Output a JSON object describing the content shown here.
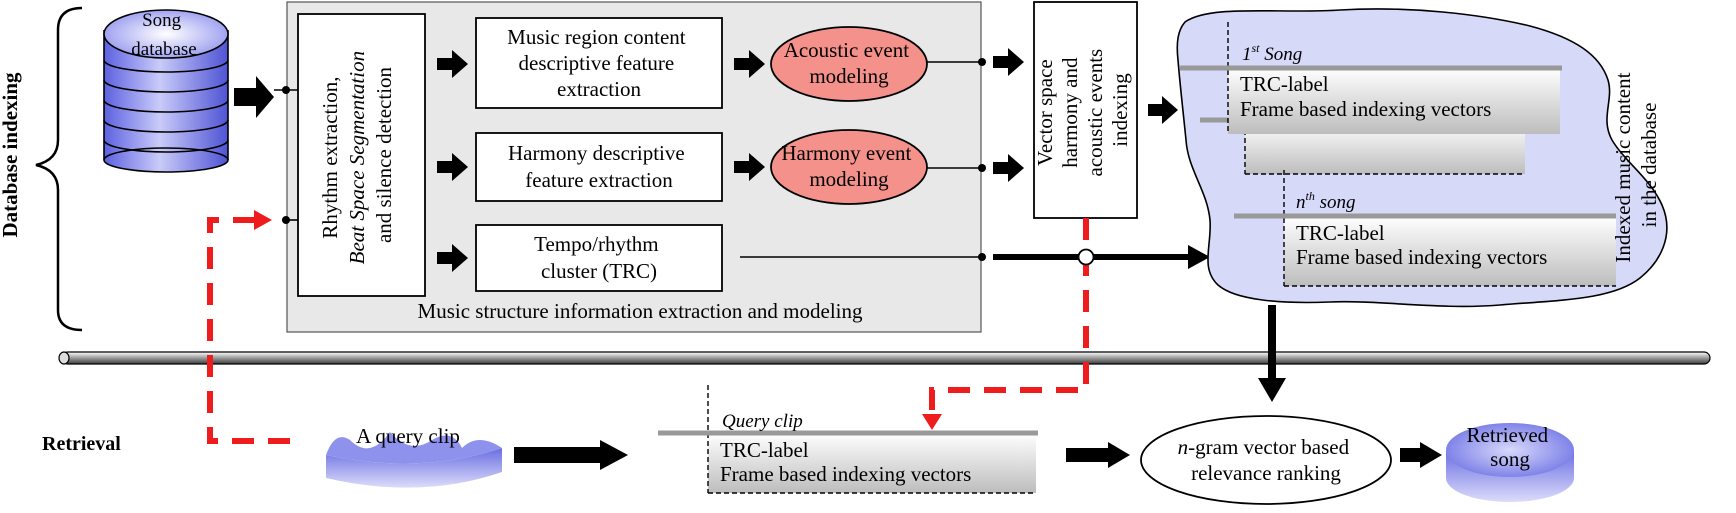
{
  "labels": {
    "database_indexing": "Database indexing",
    "retrieval": "Retrieval",
    "song_database_1": "Song",
    "song_database_2": "database",
    "rhythm_1": "Rhythm extraction,",
    "rhythm_2": "Beat Space Segmentation",
    "rhythm_3": "and silence detection",
    "music_region_1": "Music region content",
    "music_region_2": "descriptive feature",
    "music_region_3": "extraction",
    "harmony_desc_1": "Harmony descriptive",
    "harmony_desc_2": "feature extraction",
    "tempo_1": "Tempo/rhythm",
    "tempo_2": "cluster (TRC)",
    "acoustic_1": "Acoustic event",
    "acoustic_2": "modeling",
    "harmony_event_1": "Harmony event",
    "harmony_event_2": "modeling",
    "vector_space_1": "Vector space",
    "vector_space_2": "harmony and",
    "vector_space_3": "acoustic events",
    "vector_space_4": "indexing",
    "panel_caption": "Music structure information extraction and  modeling",
    "first_song_sup": "st",
    "first_song_num": "1",
    "first_song_text": " Song",
    "nth_song_n": "n",
    "nth_song_sup": "th",
    "nth_song_text": " song",
    "trc_label": "TRC-label",
    "frame_vectors": "Frame based indexing vectors",
    "indexed_1": "Indexed music content",
    "indexed_2": "in the database",
    "query_clip_title": "Query clip",
    "a_query_clip": "A query clip",
    "ngram_n": "n",
    "ngram_1_rest": "-gram vector based",
    "ngram_2": "relevance ranking",
    "retrieved_1": "Retrieved",
    "retrieved_2": "song"
  },
  "colors": {
    "panel_fill": "#e8e8e8",
    "ellipse_fill": "#f4918a",
    "cloud_fill": "#d7d9f9",
    "dashed_red": "#ee1c1c",
    "cylinder_blue": "#6f73e6"
  }
}
